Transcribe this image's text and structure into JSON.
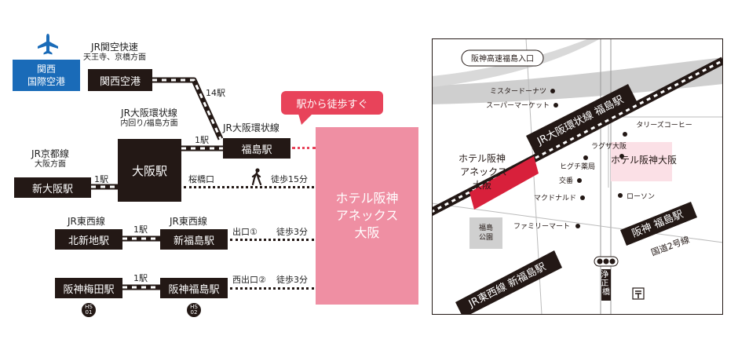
{
  "route_diagram": {
    "airport_label": [
      "関西",
      "国際空港"
    ],
    "jr_kanku": {
      "title": "JR関空快速",
      "sub": "天王寺、京橋方面"
    },
    "kansai_airport_station": "関西空港",
    "stops_14": "14駅",
    "callout": "駅から徒歩すぐ",
    "jr_loop_inner": {
      "title": "JR大阪環状線",
      "sub": "内回り/福島方面"
    },
    "osaka_station": "大阪駅",
    "stops_1": "1駅",
    "jr_loop": "JR大阪環状線",
    "fukushima_station": "福島駅",
    "jr_kyoto": {
      "title": "JR京都線",
      "sub": "大阪方面"
    },
    "shin_osaka": "新大阪駅",
    "sakurabashi": "桜橋口",
    "walk_15": "徒歩15分",
    "hotel": [
      "ホテル阪神",
      "アネックス",
      "大阪"
    ],
    "jr_tozai_1": "JR東西線",
    "jr_tozai_2": "JR東西線",
    "kitashinchi": "北新地駅",
    "shinfukushima": "新福島駅",
    "exit1": "出口①",
    "walk_3a": "徒歩3分",
    "umeda": "阪神梅田駅",
    "hanshin_fukushima": "阪神福島駅",
    "west_exit2": "西出口②",
    "walk_3b": "徒歩3分",
    "hs01": [
      "HS",
      "01"
    ],
    "hs02": [
      "HS",
      "02"
    ]
  },
  "map": {
    "highway_entrance": "阪神高速福島入口",
    "poi": {
      "mister_donut": "ミスタードーナツ",
      "supermarket": "スーパーマーケット",
      "tullys": "タリーズコーヒー",
      "lagza": "ラグザ大阪",
      "higuchi": "ヒグチ薬局",
      "koban": "交番",
      "mcdonalds": "マクドナルド",
      "familymart": "ファミリーマート",
      "lawson": "ローソン",
      "park": [
        "福島",
        "公園"
      ]
    },
    "jr_loop_fukushima": "JR大阪環状線 福島駅",
    "hotel_annex": [
      "ホテル阪神",
      "アネックス",
      "大阪"
    ],
    "hotel_hanshin_osaka": "ホテル阪神大阪",
    "hanshin_fukushima": "阪神 福島駅",
    "route2": "国道2号線",
    "jr_tozai_shinfukushima": "JR東西線 新福島駅",
    "joshobashi": "浄正橋"
  }
}
